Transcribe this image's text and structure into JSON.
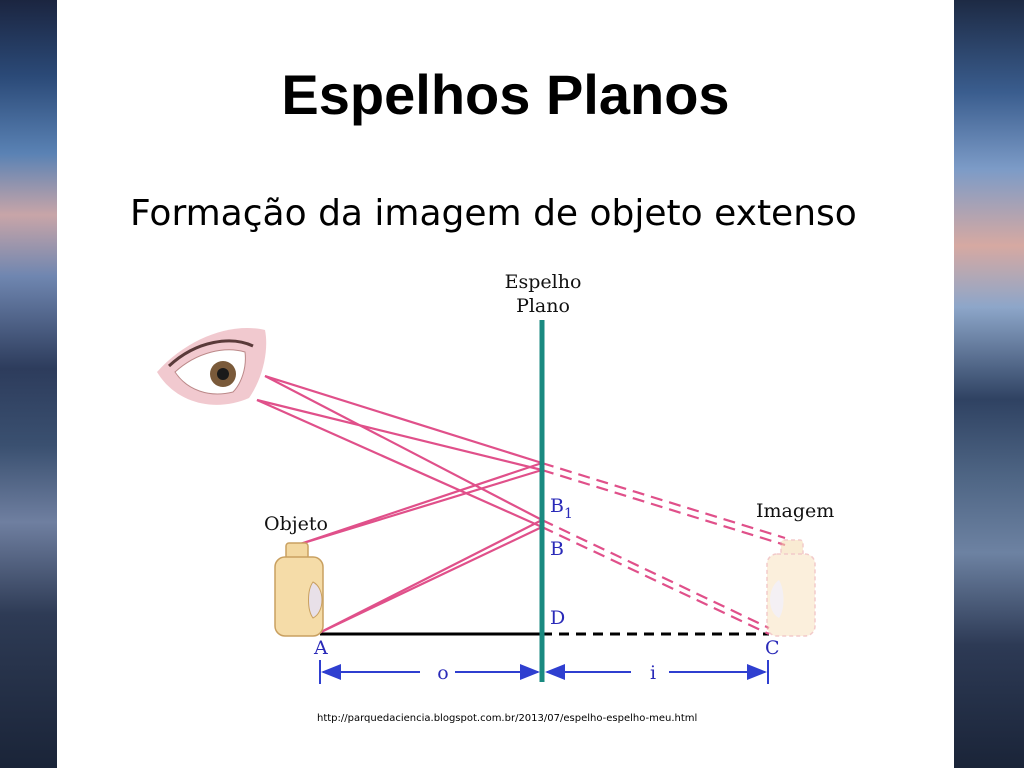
{
  "slide": {
    "title": "Espelhos Planos",
    "subtitle": "Formação da imagem de objeto extenso",
    "source_url": "http://parquedaciencia.blogspot.com.br/2013/07/espelho-espelho-meu.html"
  },
  "diagram": {
    "mirror_label_line1": "Espelho",
    "mirror_label_line2": "Plano",
    "object_label": "Objeto",
    "image_label": "Imagem",
    "point_b1": "B",
    "point_b1_sub": "1",
    "point_b": "B",
    "point_d": "D",
    "point_a": "A",
    "point_c": "C",
    "distance_o": "o",
    "distance_i": "i"
  },
  "colors": {
    "ray": "#e0508a",
    "mirror": "#1a8a80",
    "point_label": "#2a2ab8",
    "arrow": "#2f3fd0"
  }
}
